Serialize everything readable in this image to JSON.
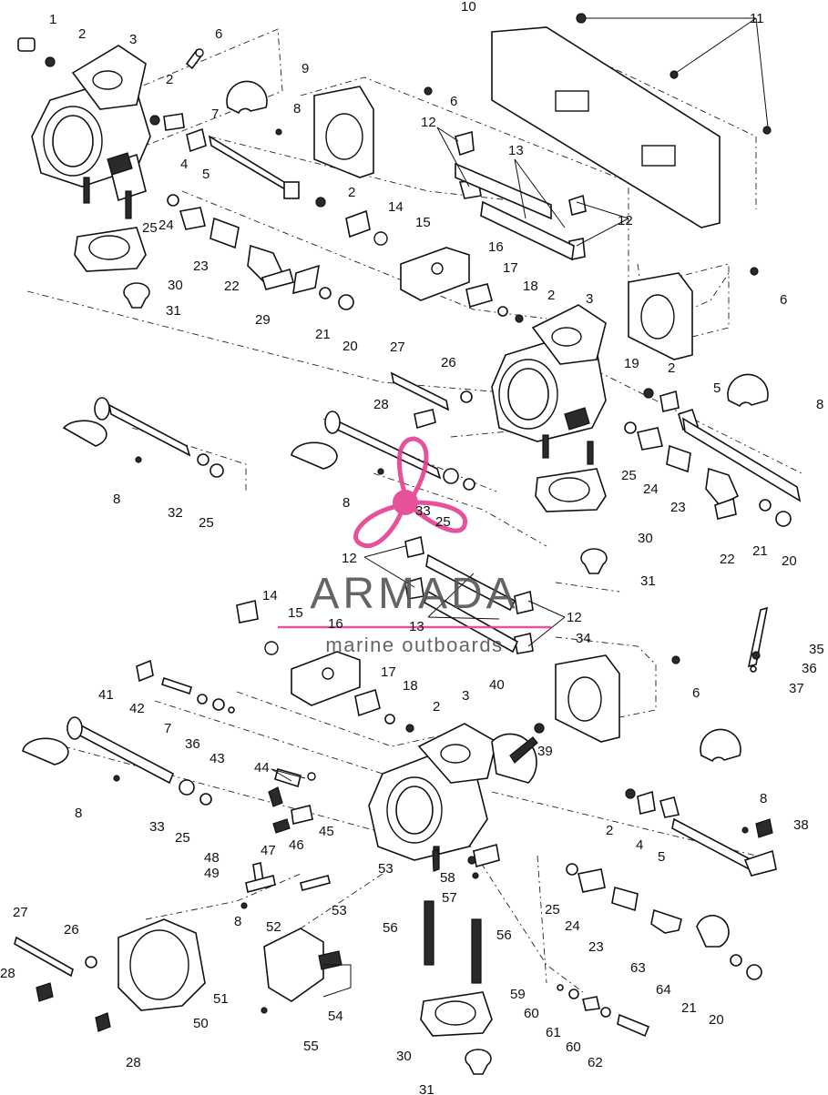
{
  "watermark": {
    "brand": "ARMADA",
    "tagline": "marine outboards",
    "logo_color": "#e43f8f",
    "text_color": "#555555"
  },
  "callouts": {
    "c1": "1",
    "c2a": "2",
    "c3a": "3",
    "c6a": "6",
    "c2b": "2",
    "c7a": "7",
    "c4a": "4",
    "c5a": "5",
    "c8a": "8",
    "c9": "9",
    "c10": "10",
    "c11": "11",
    "c6b": "6",
    "c12a": "12",
    "c13a": "13",
    "c2c": "2",
    "c14a": "14",
    "c15a": "15",
    "c16a": "16",
    "c17a": "17",
    "c18a": "18",
    "c12b": "12",
    "c25a": "25",
    "c24a": "24",
    "c23a": "23",
    "c22a": "22",
    "c29": "29",
    "c21a": "21",
    "c20a": "20",
    "c30a": "30",
    "c31a": "31",
    "c6c": "6",
    "c2d": "2",
    "c3b": "3",
    "c27a": "27",
    "c26a": "26",
    "c28a": "28",
    "c19": "19",
    "c2e": "2",
    "c5b": "5",
    "c8b": "8",
    "c25b": "25",
    "c24b": "24",
    "c23b": "23",
    "c22b": "22",
    "c21b": "21",
    "c20b": "20",
    "c30b": "30",
    "c31b": "31",
    "c8c": "8",
    "c32": "32",
    "c25c": "25",
    "c8d": "8",
    "c33a": "33",
    "c25d": "25",
    "c12c": "12",
    "c13b": "13",
    "c12d": "12",
    "c14b": "14",
    "c15b": "15",
    "c16b": "16",
    "c17b": "17",
    "c18b": "18",
    "c2f": "2",
    "c3c": "3",
    "c34": "34",
    "c6d": "6",
    "c35": "35",
    "c36a": "36",
    "c37": "37",
    "c41": "41",
    "c42": "42",
    "c7b": "7",
    "c36b": "36",
    "c43": "43",
    "c40": "40",
    "c39": "39",
    "c8e": "8",
    "c33b": "33",
    "c25e": "25",
    "c44": "44",
    "c45": "45",
    "c46": "46",
    "c8f": "8",
    "c2g": "2",
    "c4b": "4",
    "c5c": "5",
    "c38": "38",
    "c48": "48",
    "c47": "47",
    "c49": "49",
    "c53a": "53",
    "c58": "58",
    "c57": "57",
    "c53b": "53",
    "c8g": "8",
    "c25f": "25",
    "c24c": "24",
    "c23c": "23",
    "c63": "63",
    "c64": "64",
    "c21c": "21",
    "c20c": "20",
    "c27b": "27",
    "c26b": "26",
    "c28b": "28",
    "c52": "52",
    "c56a": "56",
    "c56b": "56",
    "c51": "51",
    "c50": "50",
    "c54": "54",
    "c55": "55",
    "c59": "59",
    "c60a": "60",
    "c61": "61",
    "c60b": "60",
    "c62": "62",
    "c30c": "30",
    "c31c": "31",
    "c28c": "28"
  }
}
